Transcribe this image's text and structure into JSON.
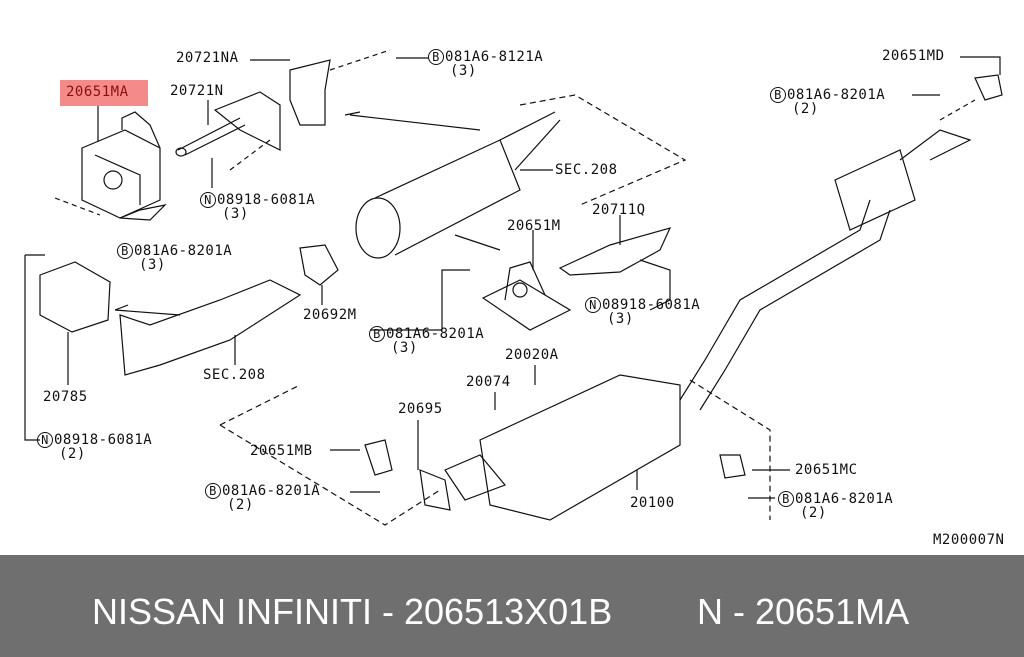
{
  "highlight_part": "20651MA",
  "labels": {
    "p20721NA": "20721NA",
    "b8121": {
      "code": "081A6-8121A",
      "qty": "(3)",
      "prefix": "B"
    },
    "p20721N": "20721N",
    "n1": {
      "code": "08918-6081A",
      "qty": "(3)",
      "prefix": "N"
    },
    "sec1": "SEC.208",
    "p20711Q": "20711Q",
    "p20651M": "20651M",
    "b1": {
      "code": "081A6-8201A",
      "qty": "(3)",
      "prefix": "B"
    },
    "n2": {
      "code": "08918-6081A",
      "qty": "(3)",
      "prefix": "N"
    },
    "p20692M": "20692M",
    "b2": {
      "code": "081A6-8201A",
      "qty": "(3)",
      "prefix": "B"
    },
    "sec2": "SEC.208",
    "p20785": "20785",
    "p20020A": "20020A",
    "p20074": "20074",
    "p20695": "20695",
    "n3": {
      "code": "08918-6081A",
      "qty": "(2)",
      "prefix": "N"
    },
    "p20651MB": "20651MB",
    "p20651MC": "20651MC",
    "b3": {
      "code": "081A6-8201A",
      "qty": "(2)",
      "prefix": "B"
    },
    "p20100": "20100",
    "b4": {
      "code": "081A6-8201A",
      "qty": "(2)",
      "prefix": "B"
    },
    "p20651MD": "20651MD",
    "b5": {
      "code": "081A6-8201A",
      "qty": "(2)",
      "prefix": "B"
    },
    "diagram_id": "M200007N"
  },
  "footer": {
    "left": "NISSAN INFINITI - 206513X01B",
    "right": "N - 20651MA"
  }
}
